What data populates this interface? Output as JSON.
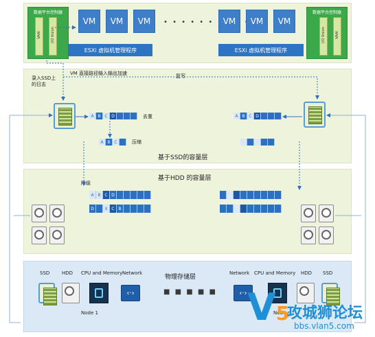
{
  "vm_layer": {
    "vms": [
      "VM",
      "VM",
      "VM",
      "VM",
      "VM",
      "VM"
    ],
    "controller_left": {
      "title": "数据平台控制器",
      "col1": "VAAI",
      "col2": "I/O Vision"
    },
    "controller_right": {
      "title": "数据平台控制器",
      "col1": "I/O Vision",
      "col2": "VAAI"
    },
    "esxi_left": "ESXi 虚拟机管理程序",
    "esxi_right": "ESXi 虚拟机管理程序"
  },
  "ssd_layer": {
    "log_label": "录入SSD上的日志",
    "vm_io_label": "VM 直接路径输入输出加速",
    "replicate_label": "复写",
    "dedup_label": "去重",
    "compress_label": "压缩",
    "title": "基于SSD的容量层",
    "dedup_cells": [
      "A",
      "B",
      "C",
      "D"
    ],
    "right_cells": [
      "A",
      "B",
      "C",
      "D"
    ]
  },
  "hdd_layer": {
    "title": "基于HDD 的容量层",
    "destage_label": "降级",
    "row1": [
      "A",
      "B",
      "C",
      "D"
    ],
    "row2": [
      "D",
      "X",
      "C",
      "B"
    ]
  },
  "physical_layer": {
    "title": "物理存储层",
    "node1_labels": [
      "SSD",
      "HDD",
      "CPU and Memory",
      "Network"
    ],
    "node1_name": "Node 1",
    "nodeN_labels": [
      "Network",
      "CPU and Memory",
      "HDD",
      "SSD"
    ],
    "nodeN_name": "Node n"
  },
  "watermark": {
    "brand": "攻城狮论坛",
    "url": "bbs.vlan5.com"
  },
  "colors": {
    "layer_bg": "#eef3dc",
    "phys_bg": "#dbe9f6",
    "vm_blue": "#3f7fc9",
    "ctrl_green": "#3ba84a",
    "arrow": "#2f6fbf"
  }
}
